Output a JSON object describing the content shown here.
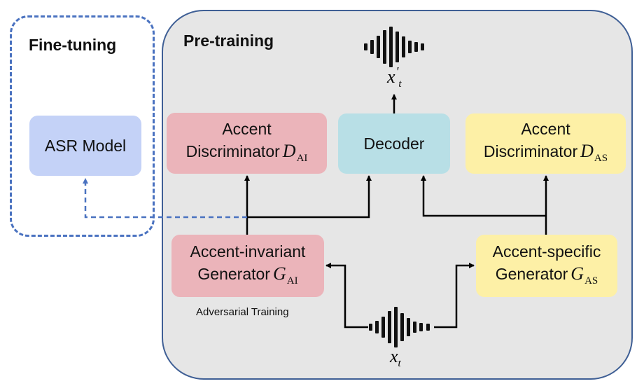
{
  "pretraining": {
    "label": "Pre-training"
  },
  "finetuning": {
    "label": "Fine-tuning",
    "asr_model": "ASR Model"
  },
  "decoder": {
    "label": "Decoder"
  },
  "discriminator_ai": {
    "label": "Accent",
    "label2": "Discriminator",
    "symbol": "D",
    "subscript": "AI"
  },
  "discriminator_as": {
    "label": "Accent",
    "label2": "Discriminator",
    "symbol": "D",
    "subscript": "AS"
  },
  "generator_ai": {
    "label": "Accent-invariant",
    "label2": "Generator",
    "symbol": "G",
    "subscript": "AI"
  },
  "generator_as": {
    "label": "Accent-specific",
    "label2": "Generator",
    "symbol": "G",
    "subscript": "AS"
  },
  "adversarial": {
    "caption": "Adversarial Training"
  },
  "input_signal": {
    "var": "x",
    "sub": "t"
  },
  "output_signal": {
    "var": "x",
    "sup": "'",
    "sub": "t"
  },
  "colors": {
    "discriminator_ai": "#ebb4ba",
    "generator_ai": "#ebb4ba",
    "decoder": "#b8dfe6",
    "accent_specific": "#fdf0a6",
    "asr_model": "#c4d2f7",
    "pretraining_bg": "#e6e6e6",
    "finetune_border": "#4a72c0"
  }
}
